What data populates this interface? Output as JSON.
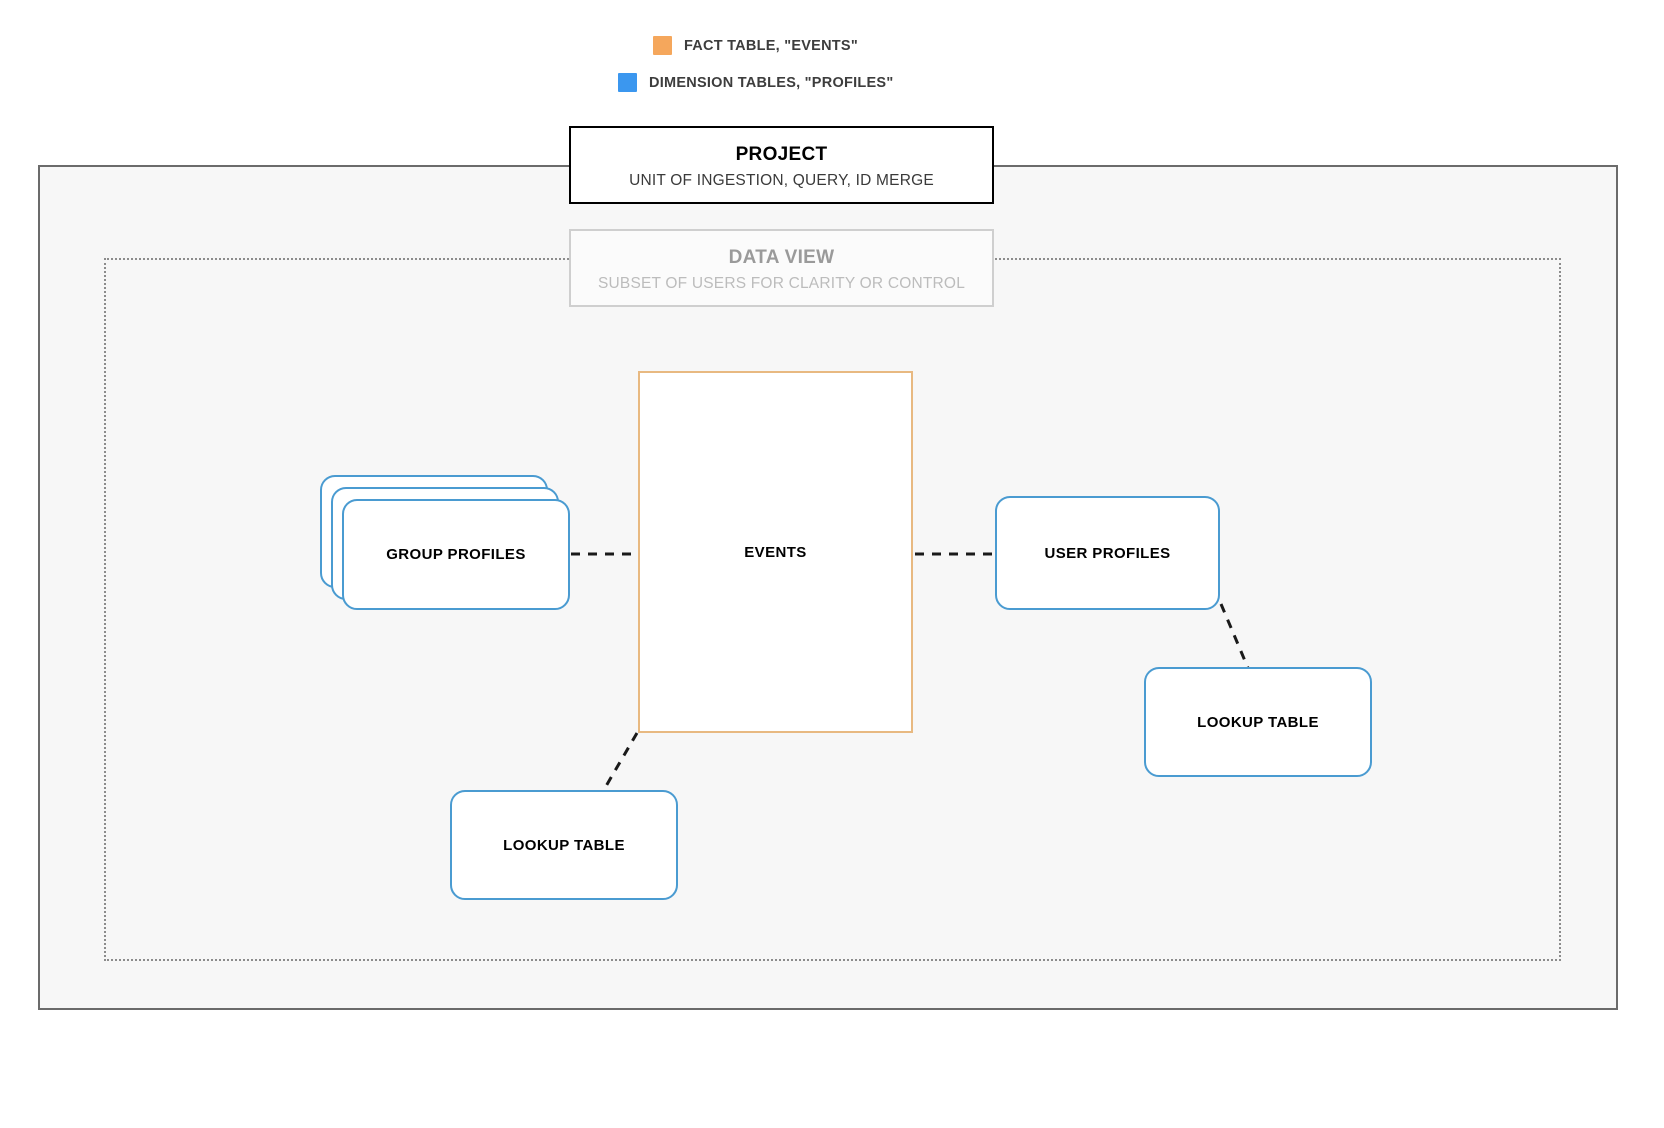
{
  "legend": {
    "items": [
      {
        "id": "fact",
        "label": "FACT TABLE, \"EVENTS\"",
        "color": "#f5a75c",
        "swatch_name": "legend-swatch-fact"
      },
      {
        "id": "dimension",
        "label": "DIMENSION TABLES, \"PROFILES\"",
        "color": "#3b97ef",
        "swatch_name": "legend-swatch-dimension"
      }
    ]
  },
  "containers": {
    "project": {
      "title": "PROJECT",
      "subtitle": "UNIT OF INGESTION, QUERY, ID MERGE",
      "border_color": "#000000"
    },
    "data_view": {
      "title": "DATA VIEW",
      "subtitle": "SUBSET OF USERS FOR CLARITY OR CONTROL",
      "border_color": "#cfcfcf"
    }
  },
  "nodes": {
    "events": {
      "label": "EVENTS",
      "type": "fact-table",
      "color": "#e8b981"
    },
    "group_profiles": {
      "label": "GROUP PROFILES",
      "type": "dimension-table",
      "color": "#4a9bd1",
      "stacked": true
    },
    "user_profiles": {
      "label": "USER PROFILES",
      "type": "dimension-table",
      "color": "#4a9bd1",
      "stacked": false
    },
    "lookup_left": {
      "label": "LOOKUP TABLE",
      "type": "dimension-table",
      "color": "#4a9bd1",
      "stacked": false
    },
    "lookup_right": {
      "label": "LOOKUP TABLE",
      "type": "dimension-table",
      "color": "#4a9bd1",
      "stacked": false
    }
  },
  "connectors": [
    {
      "from": "group_profiles",
      "to": "events",
      "style": "dashed"
    },
    {
      "from": "events",
      "to": "user_profiles",
      "style": "dashed"
    },
    {
      "from": "events",
      "to": "lookup_left",
      "style": "dashed"
    },
    {
      "from": "user_profiles",
      "to": "lookup_right",
      "style": "dashed"
    }
  ]
}
